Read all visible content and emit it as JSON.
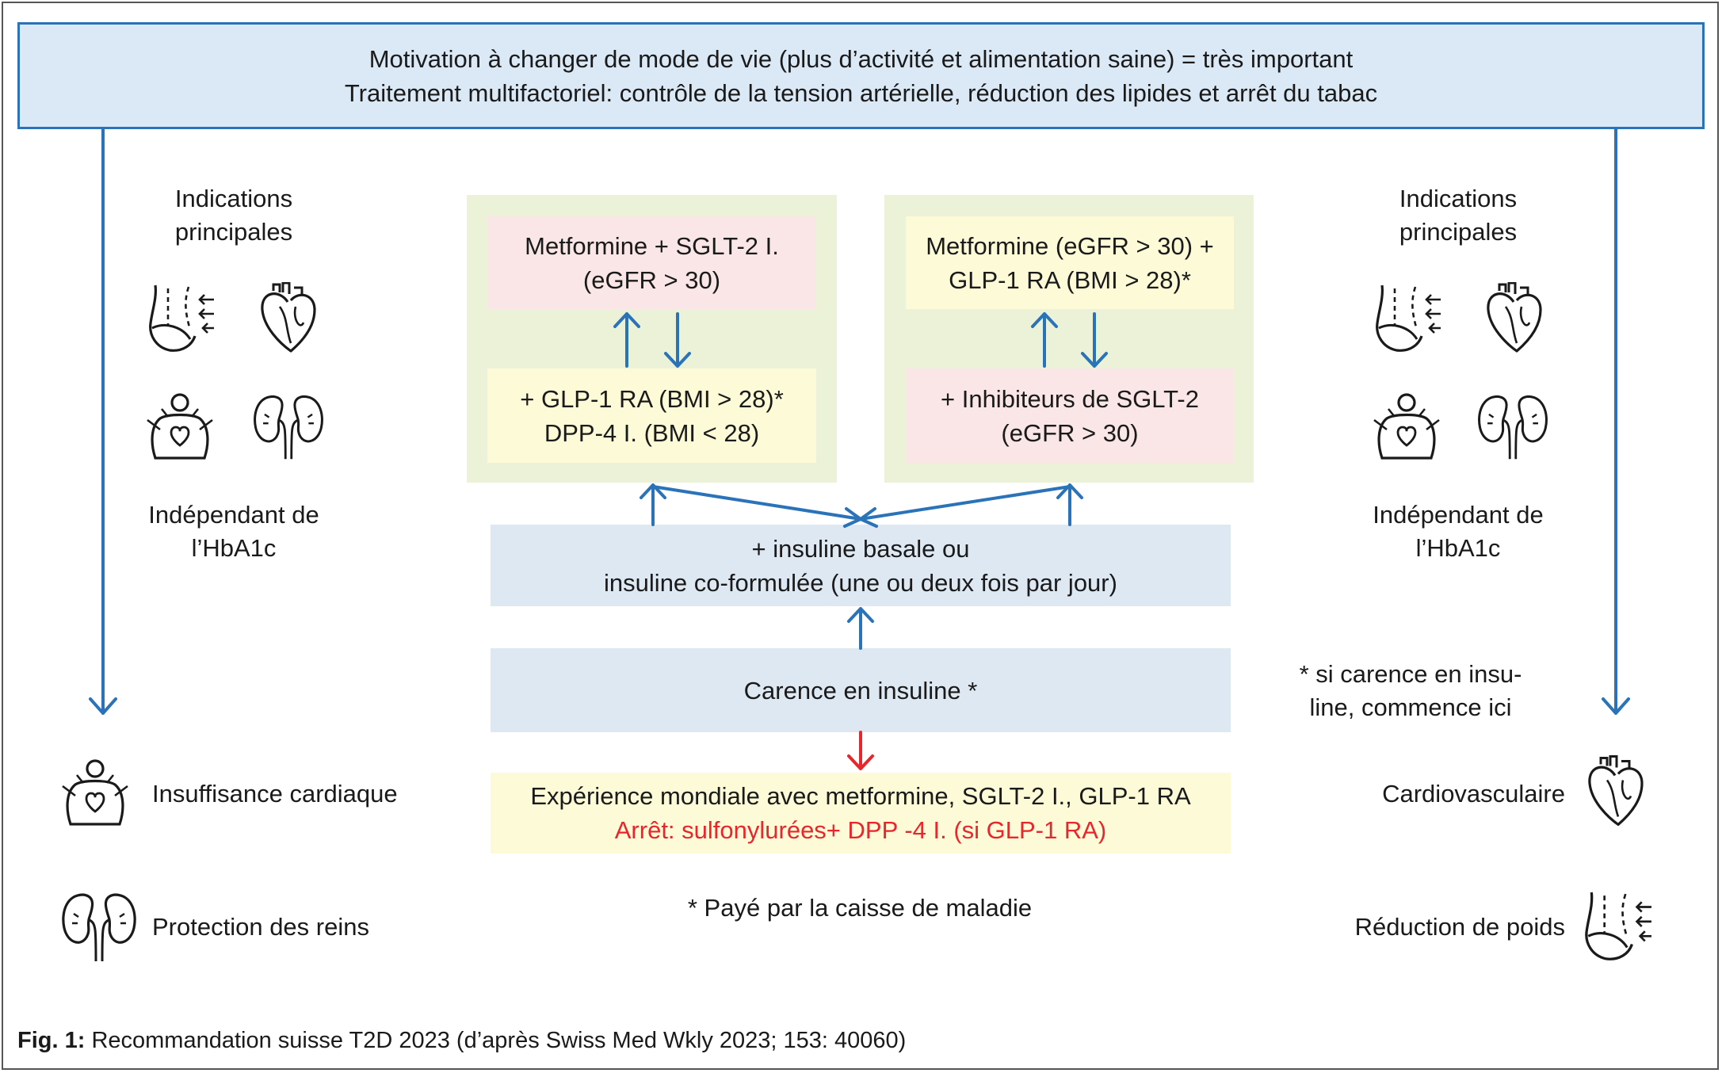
{
  "header": {
    "line1": "Motivation à changer de mode de vie (plus d’activité et alimentation saine) = très important",
    "line2": "Traitement multifactoriel: contrôle de la tension artérielle, réduction des lipides et arrêt du tabac"
  },
  "left_panel": {
    "indications_line1": "Indications",
    "indications_line2": "principales",
    "independent_line1": "Indépendant de",
    "independent_line2": "l’HbA1c",
    "outcome1": "Insuffisance cardiaque",
    "outcome2": "Protection des reins"
  },
  "right_panel": {
    "indications_line1": "Indications",
    "indications_line2": "principales",
    "independent_line1": "Indépendant de",
    "independent_line2": "l’HbA1c",
    "outcome1": "Cardiovasculaire",
    "outcome2": "Réduction de poids",
    "note_line1": "* si carence en insu-",
    "note_line2": "line, commence ici"
  },
  "left_option": {
    "top_line1": "Metformine + SGLT-2 I.",
    "top_line2": "(eGFR > 30)",
    "bottom_line1": "+ GLP-1 RA (BMI > 28)*",
    "bottom_line2": "DPP-4 I. (BMI < 28)"
  },
  "right_option": {
    "top_line1": "Metformine (eGFR > 30) +",
    "top_line2": "GLP-1 RA (BMI > 28)*",
    "bottom_line1": "+ Inhibiteurs de SGLT-2",
    "bottom_line2": "(eGFR > 30)"
  },
  "insulin": {
    "line1": "+ insuline basale ou",
    "line2": "insuline co-formulée (une ou deux fois par jour)"
  },
  "deficiency": {
    "label": "Carence en insuline *"
  },
  "experience": {
    "line1": "Expérience mondiale avec metformine, SGLT-2 I., GLP-1 RA",
    "line2": "Arrêt: sulfonylurées+ DPP -4 I. (si GLP-1 RA)"
  },
  "footnote": "* Payé par la caisse de maladie",
  "caption": {
    "label": "Fig. 1:",
    "text": " Recommandation suisse T2D 2023 (d’après Swiss Med Wkly 2023; 153: 40060)"
  },
  "colors": {
    "arrow_blue": "#2a73b8",
    "arrow_red": "#e8262b",
    "header_fill": "#dbe9f6",
    "green_panel": "#ebf2d8",
    "pink_box": "#fae6e6",
    "yellow_box": "#fdfad8",
    "blue_box": "#dde8f3"
  },
  "icons": [
    "weight-loss-icon",
    "heart-icon",
    "heart-failure-icon",
    "kidneys-icon"
  ]
}
